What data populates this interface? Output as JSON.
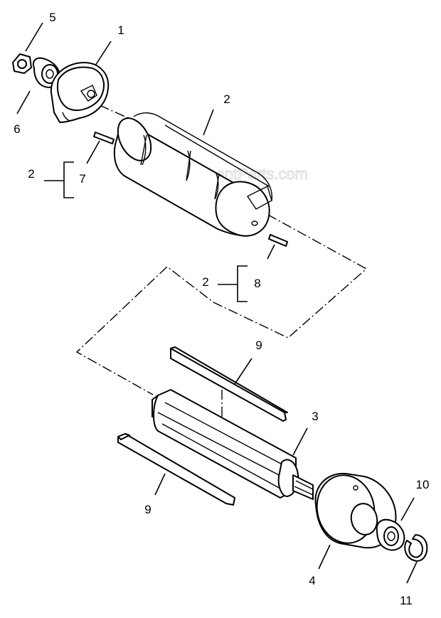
{
  "watermark": "eReplacementParts.com",
  "callouts": {
    "c1": "1",
    "c2_top": "2",
    "c2_bracket_7": "2",
    "c7": "7",
    "c2_bracket_8": "2",
    "c8": "8",
    "c5": "5",
    "c6": "6",
    "c9_top": "9",
    "c3": "3",
    "c9_bottom": "9",
    "c10": "10",
    "c4": "4",
    "c11": "11"
  }
}
